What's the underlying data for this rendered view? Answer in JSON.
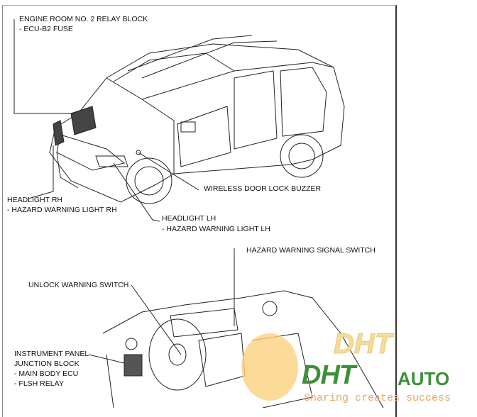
{
  "labels": {
    "relay_block": "ENGINE ROOM NO. 2 RELAY BLOCK",
    "relay_fuse": "- ECU-B2 FUSE",
    "headlight_rh": "HEADLIGHT RH",
    "hazard_rh": "- HAZARD WARNING LIGHT RH",
    "buzzer": "WIRELESS DOOR LOCK BUZZER",
    "headlight_lh": "HEADLIGHT LH",
    "hazard_lh": "- HAZARD WARNING LIGHT LH",
    "hazard_switch": "HAZARD WARNING SIGNAL SWITCH",
    "unlock_switch": "UNLOCK WARNING SWITCH",
    "ip_junction_1": "INSTRUMENT PANEL",
    "ip_junction_2": "JUNCTION BLOCK",
    "ip_ecu": "- MAIN BODY ECU",
    "ip_relay": "- FLSH RELAY"
  },
  "watermark": {
    "brand_big": "DHT",
    "brand": "DHT",
    "auto": "AUTO",
    "slogan": "Sharing creates success",
    "colors": {
      "green": "#3f8f3a",
      "blue": "#3b5ea8",
      "orange": "#f5b040"
    }
  }
}
